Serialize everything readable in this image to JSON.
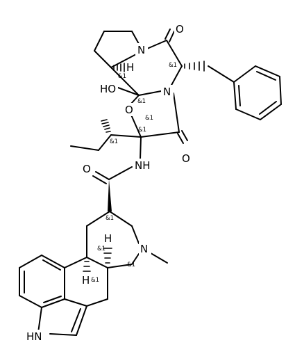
{
  "molecule": {
    "atom_labels": {
      "n_pyrrolidine": "N",
      "o_top": "O",
      "h_8a": "H",
      "ho": "HO",
      "n_lactam": "N",
      "o_ring": "O",
      "o_right": "O",
      "nh_amide": "NH",
      "o_amide": "O",
      "h_ergo_a": "H",
      "n_methyl": "N",
      "h_ergo_b": "H",
      "hn_indole": "HN"
    },
    "stereo_labels": {
      "s1": "&1",
      "s2": "&1",
      "s3": "&1",
      "s4": "&1",
      "s5": "&1",
      "s6": "&1",
      "s7": "&1",
      "s8": "&1",
      "s9": "&1",
      "s10": "&1"
    }
  }
}
